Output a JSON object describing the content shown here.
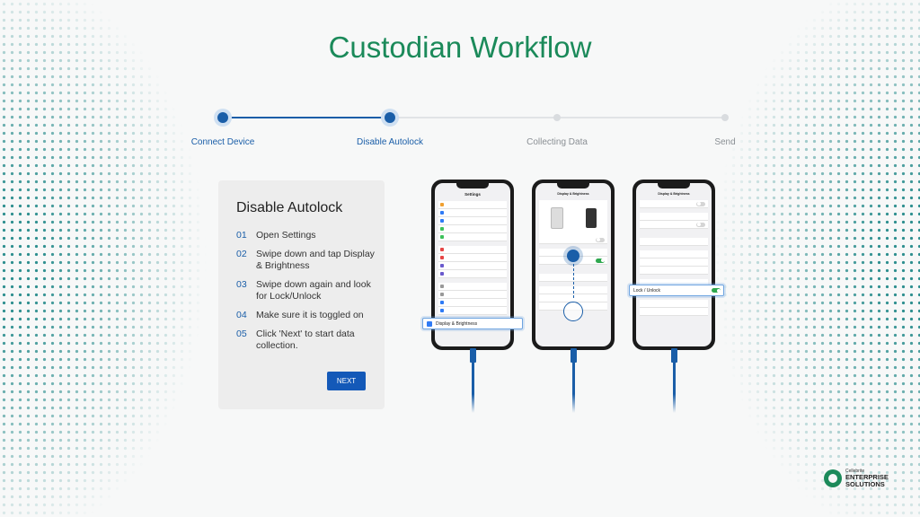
{
  "title": "Custodian Workflow",
  "stepper": {
    "steps": [
      {
        "label": "Connect Device",
        "state": "done"
      },
      {
        "label": "Disable Autolock",
        "state": "current"
      },
      {
        "label": "Collecting Data",
        "state": "todo"
      },
      {
        "label": "Send",
        "state": "todo"
      }
    ]
  },
  "card": {
    "title": "Disable Autolock",
    "steps": [
      {
        "num": "01",
        "text": "Open Settings"
      },
      {
        "num": "02",
        "text": "Swipe down and tap Display & Brightness"
      },
      {
        "num": "03",
        "text": "Swipe down again and look for Lock/Unlock"
      },
      {
        "num": "04",
        "text": "Make sure it is toggled on"
      },
      {
        "num": "05",
        "text": "Click 'Next' to start data collection."
      }
    ],
    "next_label": "NEXT"
  },
  "phones": {
    "settings_title": "Settings",
    "display_title": "Display & Brightness",
    "callout_display": "Display & Brightness",
    "callout_lock": "Lock / Unlock"
  },
  "logo": {
    "top": "Cellebrite",
    "line1": "ENTERPRISE",
    "line2": "SOLUTIONS"
  },
  "colors": {
    "title_green": "#1b8a5a",
    "accent_blue": "#1a5ea8",
    "button_blue": "#1459b8"
  }
}
